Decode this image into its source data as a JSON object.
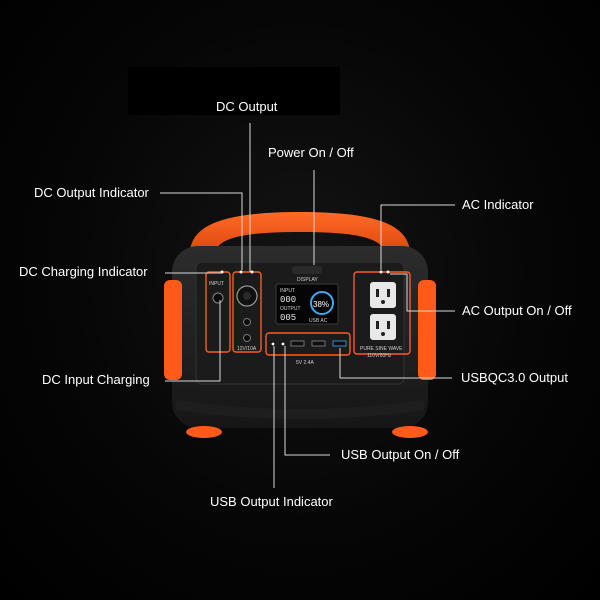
{
  "callouts": {
    "dc_output": "DC Output",
    "power_on_off": "Power On / Off",
    "dc_output_indicator": "DC Output Indicator",
    "ac_indicator": "AC Indicator",
    "dc_charging_indicator": "DC Charging Indicator",
    "ac_output_on_off": "AC Output On / Off",
    "dc_input_charging": "DC Input Charging",
    "usbqc_output": "USBQC3.0 Output",
    "usb_output_on_off": "USB Output On / Off",
    "usb_output_indicator": "USB Output Indicator"
  },
  "panel": {
    "display_label": "DISPLAY",
    "input_label": "INPUT",
    "dc_rating": "12V/10A",
    "usb_rating": "5V 2.4A",
    "ac_rating_line1": "PURE SINE WAVE",
    "ac_rating_line2": "110V/60Hz",
    "lcd_input_label": "INPUT",
    "lcd_input_value": "000",
    "lcd_output_label": "OUTPUT",
    "lcd_output_value": "005",
    "lcd_battery_percent": "38%",
    "lcd_port_icons": "USB  AC"
  },
  "colors": {
    "accent_orange": "#ff5a1a",
    "body_dark": "#242424",
    "lcd_blue": "#3fa9f5"
  }
}
